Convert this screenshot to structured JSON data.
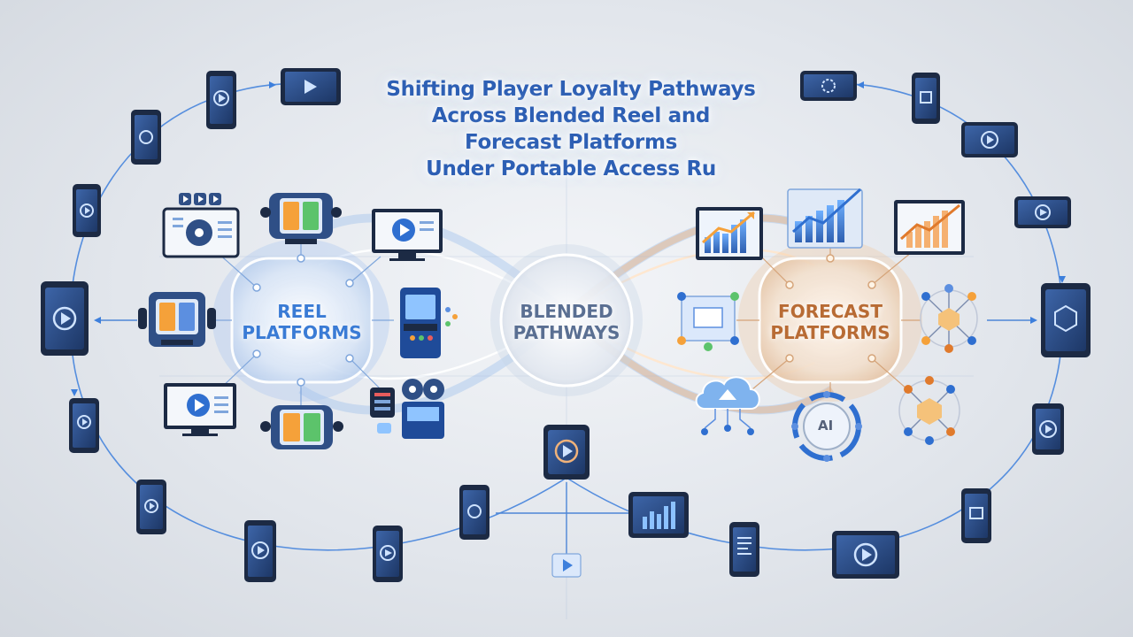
{
  "title": {
    "lines": [
      "Shifting Player Loyalty Pathways",
      "Across Blended Reel and",
      "Forecast Platforms",
      "Under Portable Access Ru"
    ]
  },
  "hubs": {
    "reel": {
      "lines": [
        "REEL",
        "PLATFORMS"
      ]
    },
    "blended": {
      "lines": [
        "BLENDED",
        "PATHWAYS"
      ]
    },
    "forecast": {
      "lines": [
        "FORECAST",
        "PLATFORMS"
      ]
    }
  },
  "ai_chip": {
    "label": "AI"
  },
  "colors": {
    "reel_accent": "#3a7bd5",
    "blended_accent": "#5a6f92",
    "forecast_accent": "#b86b34",
    "title": "#2d5fb4",
    "device_dark": "#1c2a44",
    "screen": "#2f4f86"
  },
  "icons": [
    "phone-icon",
    "tablet-icon",
    "monitor-icon",
    "slot-machine-icon",
    "arcade-cabinet-icon",
    "film-reel-icon",
    "rising-chart-icon",
    "network-node-icon",
    "cloud-icon",
    "ai-chip-icon",
    "play-icon"
  ]
}
